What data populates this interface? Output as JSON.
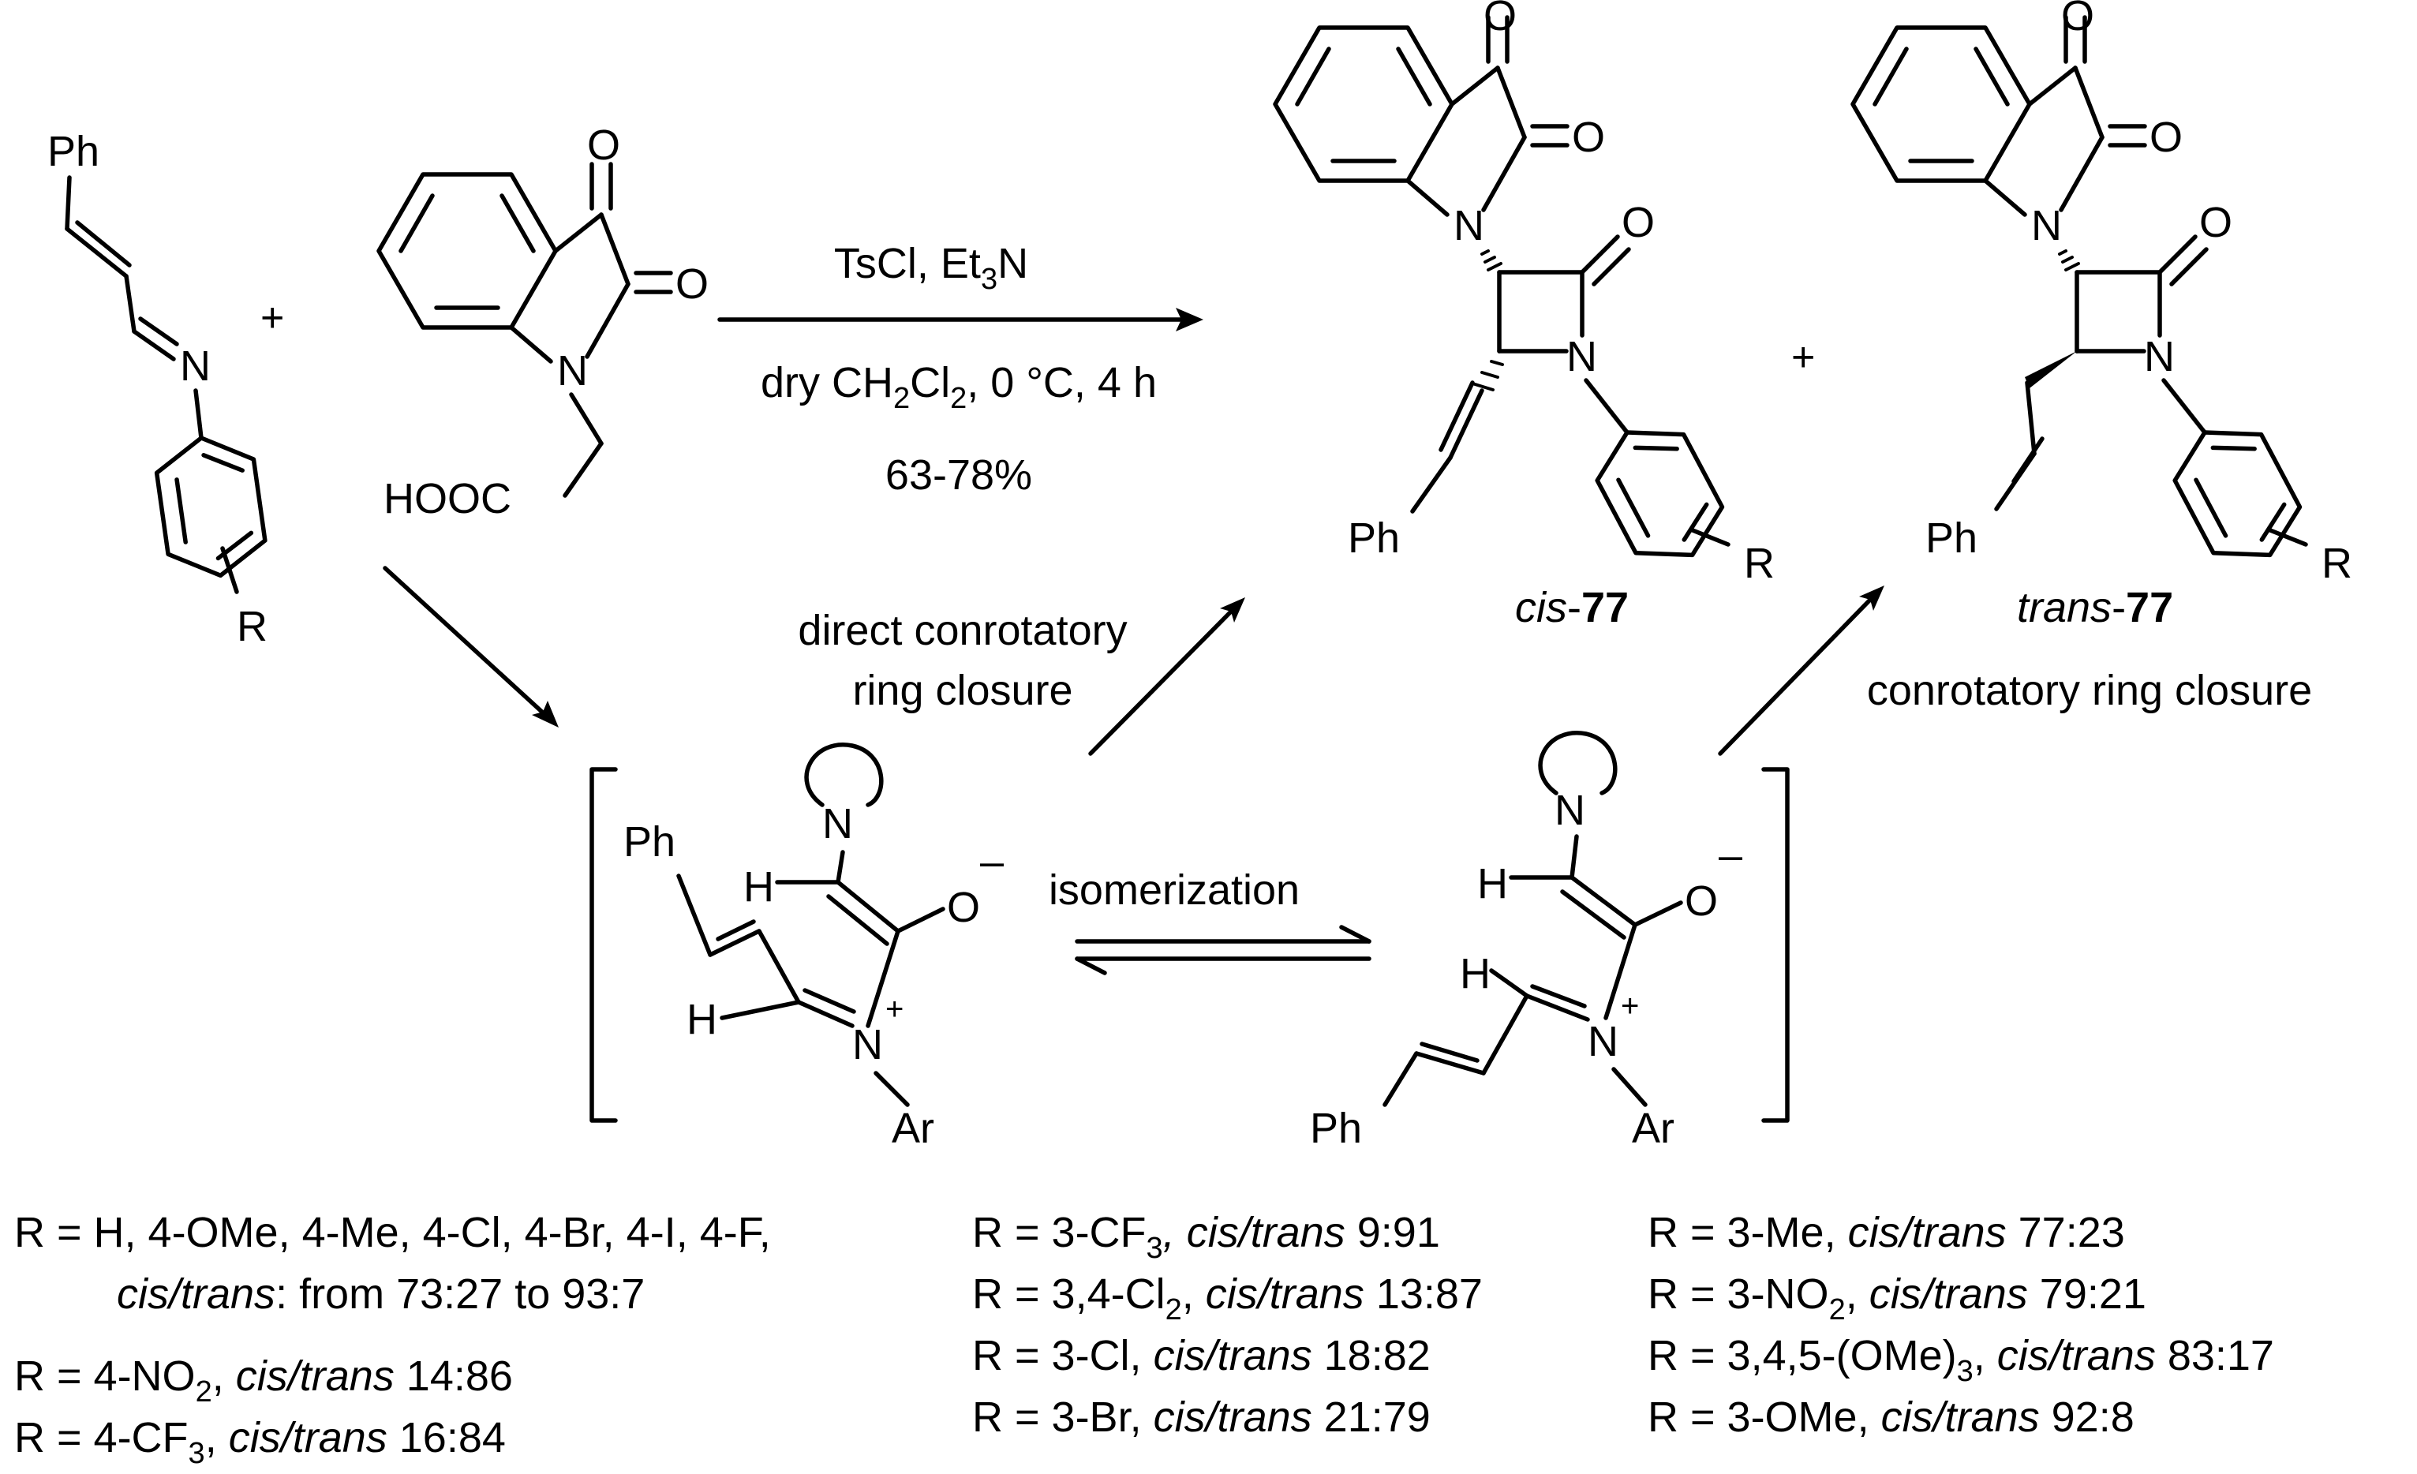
{
  "reactants": {
    "imine": {
      "ph": "Ph",
      "n": "N",
      "r": "R"
    },
    "plus1": "+",
    "isatin_acid": {
      "o1": "O",
      "o2": "O",
      "n": "N",
      "acid": "HOOC"
    }
  },
  "conditions": {
    "line1_a": "TsCl,  Et",
    "line1_sub": "3",
    "line1_b": "N",
    "line2_a": "dry CH",
    "line2_sub1": "2",
    "line2_b": "Cl",
    "line2_sub2": "2",
    "line2_c": ", 0 °C, 4 h",
    "yield": "63-78%"
  },
  "products": {
    "cis": {
      "o1": "O",
      "o2": "O",
      "n1": "N",
      "o3": "O",
      "n2": "N",
      "ph": "Ph",
      "r": "R",
      "label_italic": "cis",
      "label_sep": "-",
      "label_bold": "77"
    },
    "plus2": "+",
    "trans": {
      "o1": "O",
      "o2": "O",
      "n1": "N",
      "o3": "O",
      "n2": "N",
      "ph": "Ph",
      "r": "R",
      "label_italic": "trans",
      "label_sep": "-",
      "label_bold": "77"
    }
  },
  "pathways": {
    "direct_line1": "direct conrotatory",
    "direct_line2": "ring closure",
    "conrotatory": "conrotatory ring closure",
    "isomerization": "isomerization"
  },
  "intermediates": {
    "left": {
      "ph": "Ph",
      "h1": "H",
      "n_ring": "N",
      "o": "O",
      "charge_minus": "–",
      "h2": "H",
      "n_plus": "N",
      "charge_plus": "+",
      "ar": "Ar"
    },
    "right": {
      "h1": "H",
      "n_ring": "N",
      "o": "O",
      "charge_minus": "–",
      "h2": "H",
      "n_plus": "N",
      "charge_plus": "+",
      "ph": "Ph",
      "ar": "Ar"
    }
  },
  "substituent_table": {
    "col1": {
      "row1": "R = H, 4-OMe, 4-Me, 4-Cl, 4-Br, 4-I, 4-F,",
      "row2_it": "cis/trans",
      "row2_rest": ": from 73:27 to 93:7",
      "row3_a": "R = 4-NO",
      "row3_sub": "2",
      "row3_b": ", ",
      "row3_it": "cis/trans",
      "row3_c": " 14:86",
      "row4_a": "R = 4-CF",
      "row4_sub": "3",
      "row4_b": ", ",
      "row4_it": "cis/trans",
      "row4_c": " 16:84"
    },
    "col2": {
      "row1_a": "R = 3-CF",
      "row1_sub": "3",
      "row1_it": ", cis/trans",
      "row1_c": " 9:91",
      "row2_a": "R = 3,4-Cl",
      "row2_sub": "2",
      "row2_b": ", ",
      "row2_it": "cis/trans",
      "row2_c": " 13:87",
      "row3_a": "R = 3-Cl, ",
      "row3_it": "cis/trans",
      "row3_c": " 18:82",
      "row4_a": "R = 3-Br, ",
      "row4_it": "cis/trans",
      "row4_c": " 21:79"
    },
    "col3": {
      "row1_a": "R = 3-Me, ",
      "row1_it": "cis/trans",
      "row1_c": " 77:23",
      "row2_a": "R = 3-NO",
      "row2_sub": "2",
      "row2_b": ", ",
      "row2_it": "cis/trans",
      "row2_c": " 79:21",
      "row3_a": "R = 3,4,5-(OMe)",
      "row3_sub": "3",
      "row3_b": ", ",
      "row3_it": "cis/trans",
      "row3_c": " 83:17",
      "row4_a": "R = 3-OMe, ",
      "row4_it": "cis/trans",
      "row4_c": " 92:8"
    }
  }
}
